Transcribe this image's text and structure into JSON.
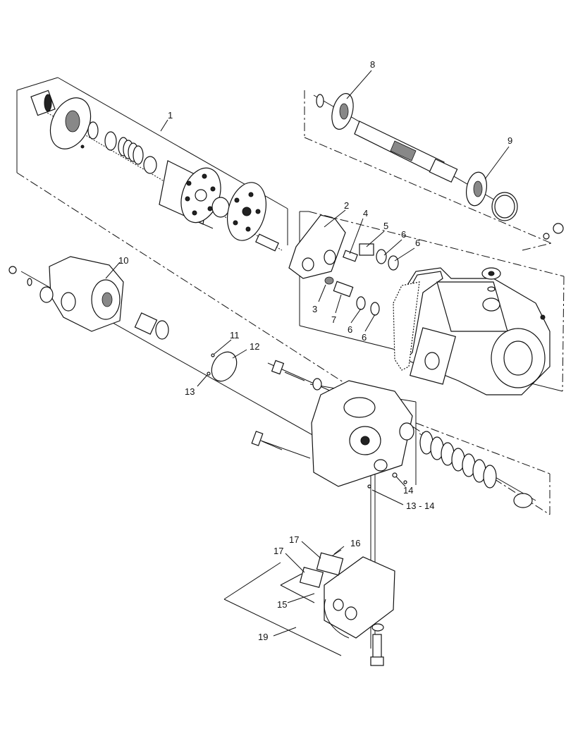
{
  "labels": {
    "l1": "1",
    "l2": "2",
    "l3": "3",
    "l4": "4",
    "l5": "5",
    "l6a": "6",
    "l6b": "6",
    "l6c": "6",
    "l6d": "6",
    "l7": "7",
    "l8": "8",
    "l9": "9",
    "l10": "10",
    "l11": "11",
    "l12": "12",
    "l13": "13",
    "l14": "14",
    "l1314": "13 - 14",
    "l15": "15",
    "l16": "16",
    "l17a": "17",
    "l17b": "17",
    "l19": "19"
  }
}
